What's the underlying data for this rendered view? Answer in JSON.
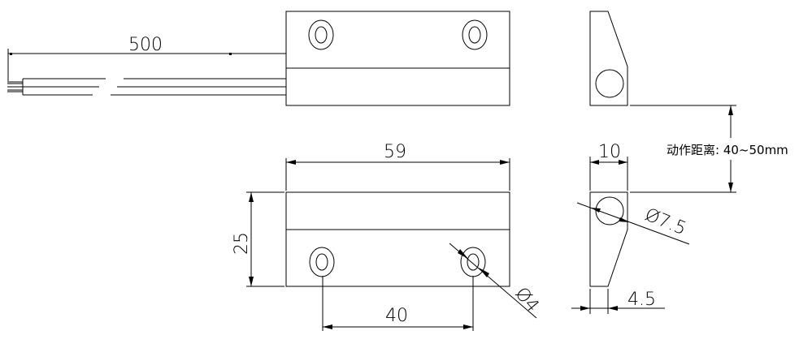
{
  "drawing": {
    "dimensions": {
      "cable_length": "500",
      "body_length": "59",
      "body_height": "25",
      "hole_spacing": "40",
      "hole_diameter": "Ø4",
      "width": "10",
      "magnet_diameter": "Ø7.5",
      "bottom_width": "4.5"
    },
    "note": "动作距离: 40~50mm"
  }
}
